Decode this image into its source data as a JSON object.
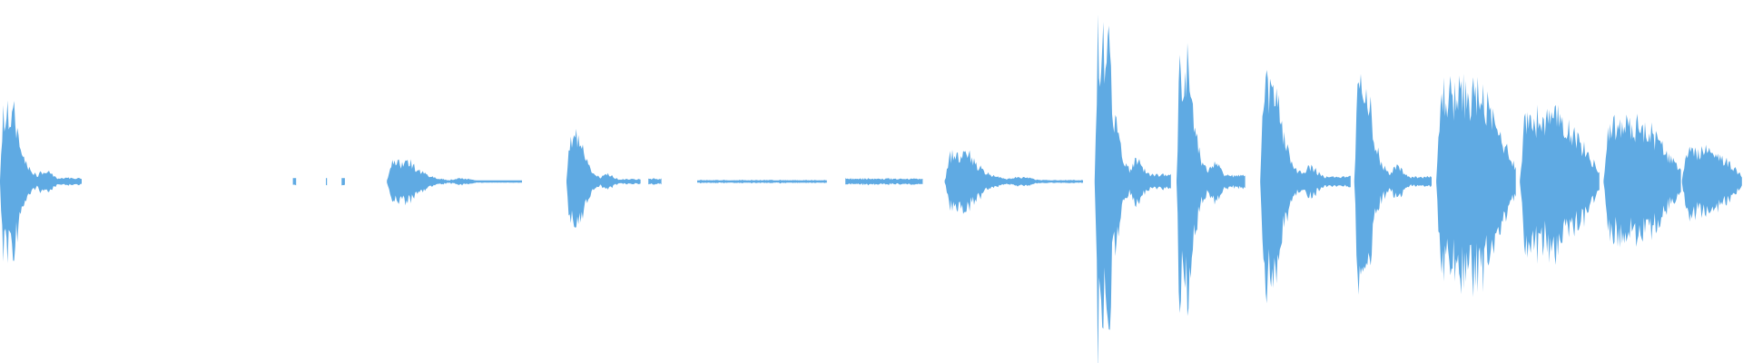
{
  "waveform": {
    "color": "#5faae3",
    "background": "#ffffff",
    "segments": [
      {
        "start": 0.0,
        "end": 0.047,
        "peak": 0.48,
        "shape": "burst"
      },
      {
        "start": 0.168,
        "end": 0.17,
        "peak": 0.02,
        "shape": "speck"
      },
      {
        "start": 0.187,
        "end": 0.188,
        "peak": 0.02,
        "shape": "speck"
      },
      {
        "start": 0.196,
        "end": 0.198,
        "peak": 0.02,
        "shape": "speck"
      },
      {
        "start": 0.222,
        "end": 0.3,
        "peak": 0.13,
        "shape": "burst"
      },
      {
        "start": 0.325,
        "end": 0.368,
        "peak": 0.32,
        "shape": "burst"
      },
      {
        "start": 0.372,
        "end": 0.38,
        "peak": 0.02,
        "shape": "flat"
      },
      {
        "start": 0.4,
        "end": 0.475,
        "peak": 0.01,
        "shape": "flat"
      },
      {
        "start": 0.485,
        "end": 0.53,
        "peak": 0.02,
        "shape": "flat"
      },
      {
        "start": 0.542,
        "end": 0.622,
        "peak": 0.19,
        "shape": "burst"
      },
      {
        "start": 0.628,
        "end": 0.672,
        "peak": 0.97,
        "shape": "burst"
      },
      {
        "start": 0.675,
        "end": 0.715,
        "peak": 0.82,
        "shape": "burst"
      },
      {
        "start": 0.723,
        "end": 0.775,
        "peak": 0.66,
        "shape": "burst"
      },
      {
        "start": 0.777,
        "end": 0.822,
        "peak": 0.65,
        "shape": "burst"
      },
      {
        "start": 0.824,
        "end": 0.87,
        "peak": 0.63,
        "shape": "block"
      },
      {
        "start": 0.872,
        "end": 0.918,
        "peak": 0.45,
        "shape": "block"
      },
      {
        "start": 0.92,
        "end": 0.965,
        "peak": 0.4,
        "shape": "block"
      },
      {
        "start": 0.965,
        "end": 1.0,
        "peak": 0.22,
        "shape": "block"
      }
    ]
  }
}
